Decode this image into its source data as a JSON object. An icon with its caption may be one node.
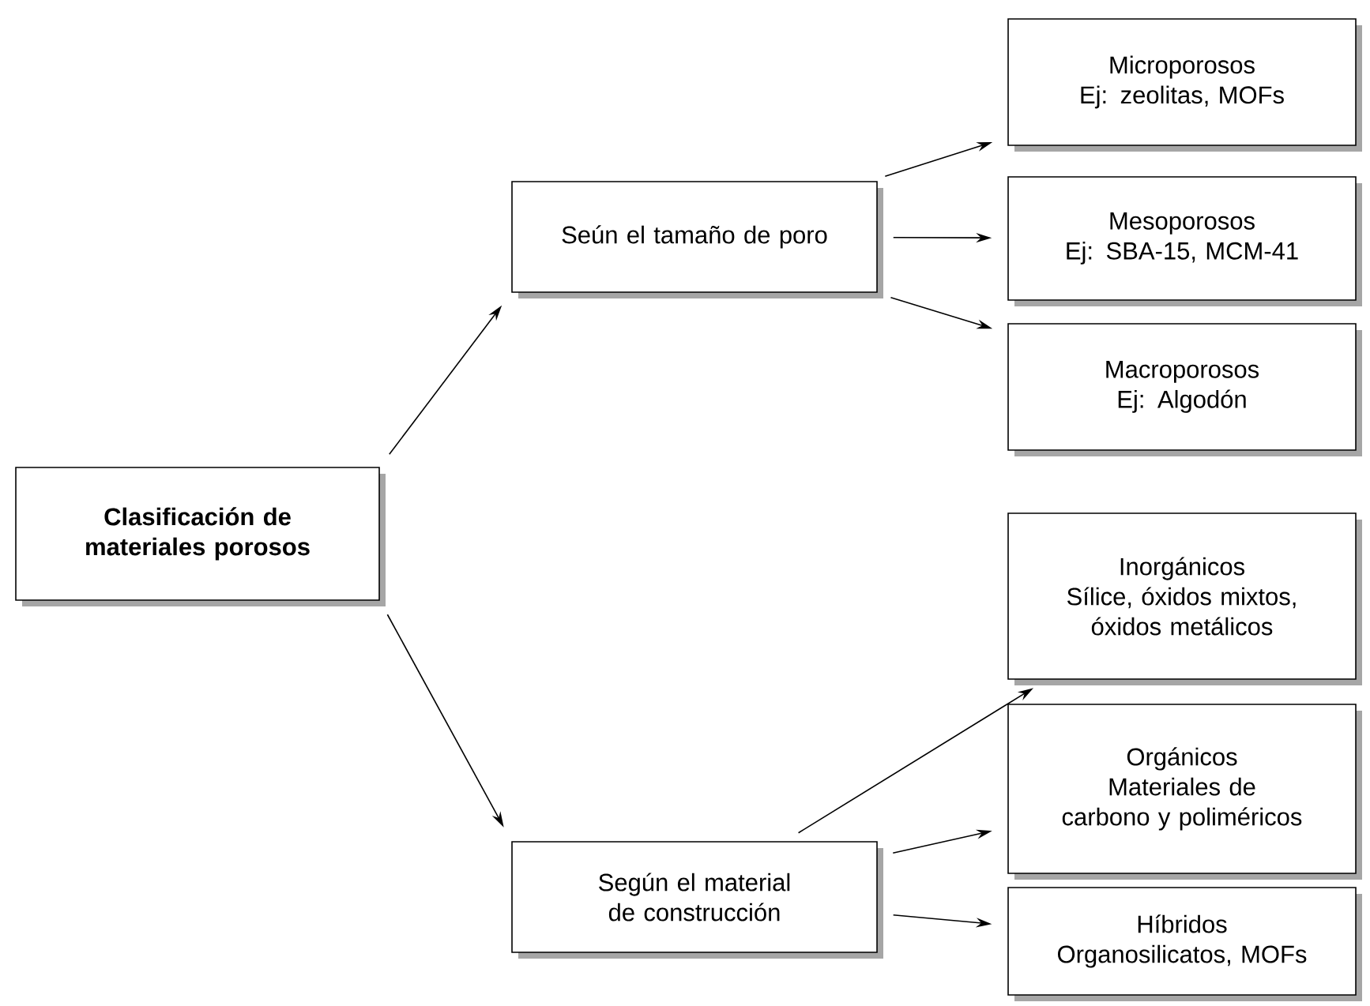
{
  "diagram": {
    "nodes": [
      {
        "text": [
          "Clasificación de materiales porosos"
        ]
      },
      {
        "text": [
          "Seún el tamaño de poro"
        ]
      },
      {
        "text": [
          "Según el material de construcción"
        ]
      },
      {
        "text": [
          "Microporosos",
          "Ej: zeolitas, MOFs"
        ]
      },
      {
        "text": [
          "Mesoporosos",
          "Ej: SBA-15, MCM-41"
        ]
      },
      {
        "text": [
          "Macroporosos",
          "Ej: Algodón"
        ]
      },
      {
        "text": [
          "Inorgánicos",
          "Sílice, óxidos mixtos, óxidos metálicos"
        ]
      },
      {
        "text": [
          "Orgánicos",
          "Materiales de carbono y poliméricos"
        ]
      },
      {
        "text": [
          "Híbridos",
          "Organosilicatos, MOFs"
        ]
      }
    ],
    "edges": [
      {
        "from": 0,
        "to": 1,
        "arrow": "to"
      },
      {
        "from": 0,
        "to": 2,
        "arrow": "to"
      },
      {
        "from": 1,
        "to": 3,
        "arrow": "to"
      },
      {
        "from": 1,
        "to": 4,
        "arrow": "to"
      },
      {
        "from": 1,
        "to": 5,
        "arrow": "to"
      },
      {
        "from": 2,
        "to": 6,
        "arrow": "to"
      },
      {
        "from": 2,
        "to": 7,
        "arrow": "to"
      },
      {
        "from": 2,
        "to": 8,
        "arrow": "to"
      }
    ]
  }
}
